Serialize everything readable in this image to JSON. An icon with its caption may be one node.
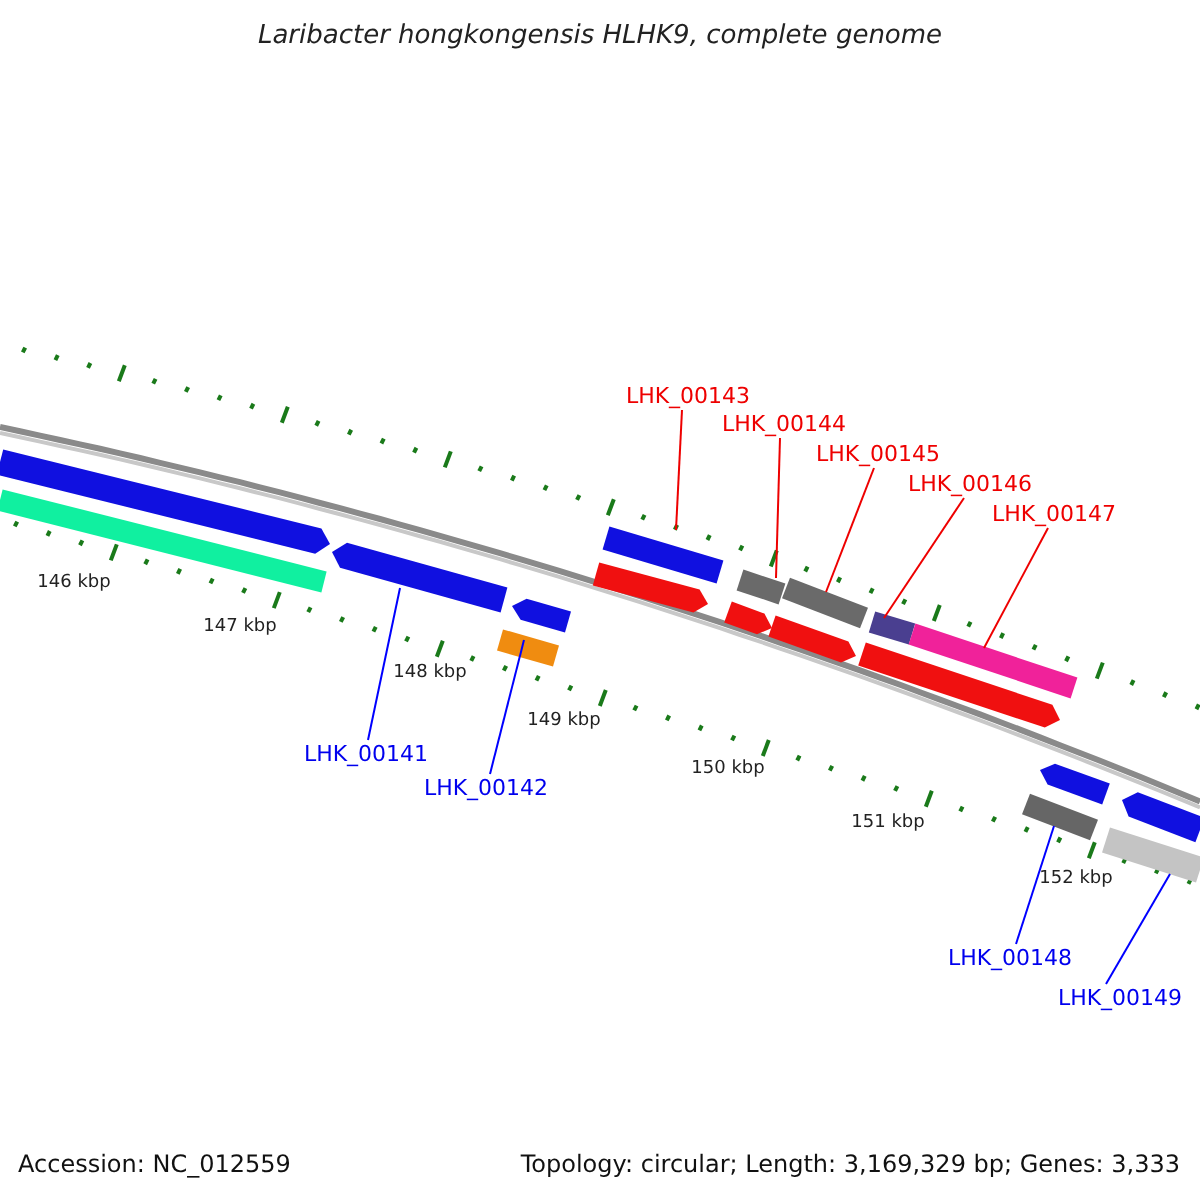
{
  "diagram": {
    "title": "Laribacter hongkongensis HLHK9, complete genome",
    "nodes": [
      {
        "text": [
          "LHK_00143"
        ]
      },
      {
        "text": [
          "LHK_00144"
        ]
      },
      {
        "text": [
          "LHK_00145"
        ]
      },
      {
        "text": [
          "LHK_00146"
        ]
      },
      {
        "text": [
          "LHK_00147"
        ]
      },
      {
        "text": [
          "LHK_00141"
        ]
      },
      {
        "text": [
          "LHK_00142"
        ]
      },
      {
        "text": [
          "LHK_00148"
        ]
      },
      {
        "text": [
          "LHK_00149"
        ]
      },
      {
        "text": [],
        "shape": "bar"
      },
      {
        "text": [],
        "shape": "bar"
      },
      {
        "text": [],
        "shape": "bar"
      },
      {
        "text": [],
        "shape": "bar"
      },
      {
        "text": [],
        "shape": "bar"
      },
      {
        "text": [],
        "shape": "bar"
      },
      {
        "text": [],
        "shape": "bar"
      },
      {
        "text": [],
        "shape": "bar"
      },
      {
        "text": [],
        "shape": "bar"
      },
      {
        "text": [],
        "shape": "bar"
      },
      {
        "text": [],
        "shape": "bar"
      },
      {
        "text": [],
        "shape": "bar"
      },
      {
        "text": [],
        "shape": "bar"
      },
      {
        "text": [],
        "shape": "bar"
      },
      {
        "text": [],
        "shape": "bar"
      },
      {
        "text": [],
        "shape": "bar"
      },
      {
        "text": [],
        "shape": "bar"
      },
      {
        "text": [],
        "shape": "bar"
      }
    ],
    "edges": [
      {
        "from": 0,
        "to": 9,
        "arrow": "none"
      },
      {
        "from": 1,
        "to": 10,
        "arrow": "none"
      },
      {
        "from": 2,
        "to": 11,
        "arrow": "none"
      },
      {
        "from": 3,
        "to": 12,
        "arrow": "none"
      },
      {
        "from": 4,
        "to": 13,
        "arrow": "none"
      },
      {
        "from": 5,
        "to": 14,
        "arrow": "none",
        "color": "#0000ff"
      },
      {
        "from": 6,
        "to": 15,
        "arrow": "none",
        "color": "#0000ff"
      },
      {
        "from": 7,
        "to": 16,
        "arrow": "none",
        "color": "#0000ff"
      },
      {
        "from": 8,
        "to": 17,
        "arrow": "none",
        "color": "#0000ff"
      }
    ],
    "labels": [
      "146 kbp",
      "147 kbp",
      "148 kbp",
      "149 kbp",
      "150 kbp",
      "151 kbp",
      "152 kbp",
      "Accession: NC_012559",
      "Topology: circular; Length: 3,169,329 bp; Genes: 3,333"
    ]
  }
}
